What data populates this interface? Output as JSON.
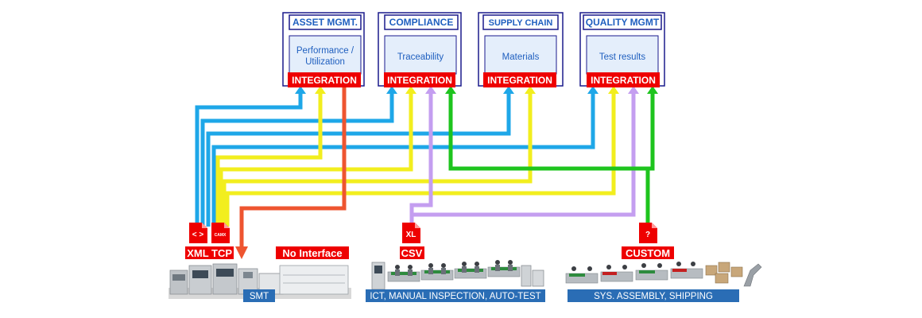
{
  "modules": [
    {
      "title": "ASSET MGMT.",
      "body_lines": [
        "Performance /",
        "Utilization"
      ],
      "integration": "INTEGRATION"
    },
    {
      "title": "COMPLIANCE",
      "body_lines": [
        "Traceability"
      ],
      "integration": "INTEGRATION"
    },
    {
      "title": "SUPPLY CHAIN",
      "body_lines": [
        "Materials"
      ],
      "integration": "INTEGRATION"
    },
    {
      "title": "QUALITY MGMT",
      "body_lines": [
        "Test results"
      ],
      "integration": "INTEGRATION"
    }
  ],
  "file_icons": {
    "xml": "< >",
    "tcp": "CAMX",
    "csv": "XL",
    "custom": "?"
  },
  "interface_labels": {
    "xml": "XML",
    "tcp": "TCP",
    "none": "No Interface",
    "csv": "CSV",
    "custom": "CUSTOM"
  },
  "stages": {
    "smt": "SMT",
    "test": "ICT, MANUAL INSPECTION, AUTO-TEST",
    "assembly": "SYS. ASSEMBLY, SHIPPING"
  },
  "colors": {
    "blue": "#1ea7e8",
    "yellow": "#f2ee1e",
    "purple": "#c49ef0",
    "green": "#1ec41e",
    "orange": "#ee5530",
    "integration_red": "#ee0000",
    "module_border": "#1a1a8c",
    "stage_blue": "#2a6db5"
  }
}
